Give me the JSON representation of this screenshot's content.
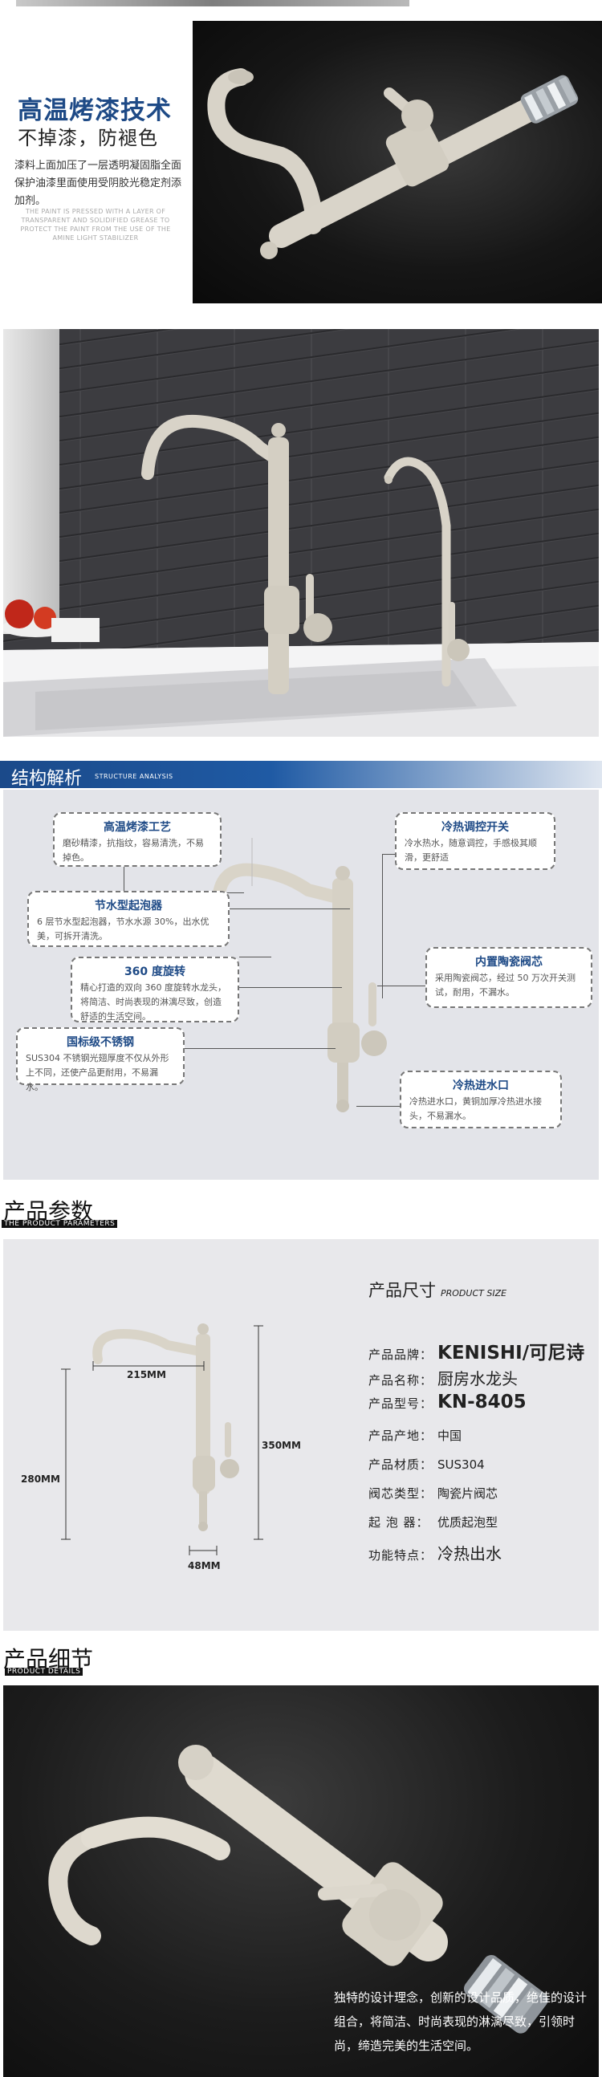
{
  "section1": {
    "title": "高温烤漆技术",
    "subtitle": "不掉漆，防褪色",
    "body": "漆料上面加压了一层透明凝固脂全面保护油漆里面使用受阴胶光稳定剂添加剂。",
    "english": "THE PAINT IS PRESSED WITH A LAYER OF TRANSPARENT AND SOLIDIFIED GREASE TO PROTECT THE PAINT FROM THE USE OF THE AMINE LIGHT STABILIZER"
  },
  "section3": {
    "heading_cn": "结构解析",
    "heading_en": "STRUCTURE ANALYSIS",
    "callouts": [
      {
        "title": "高温烤漆工艺",
        "body": "磨砂精漆，抗指纹，容易清洗，不易掉色。"
      },
      {
        "title": "节水型起泡器",
        "body": "6 层节水型起泡器，节水水源 30%，出水优美，可拆开清洗。"
      },
      {
        "title": "360 度旋转",
        "body": "精心打造的双向 360 度旋转水龙头，将简洁、时尚表现的淋漓尽致，创造舒适的生活空间。"
      },
      {
        "title": "国标级不锈钢",
        "body": "SUS304 不锈钢光翅厚度不仅从外形上不同，还使产品更耐用，不易漏水。"
      },
      {
        "title": "冷热调控开关",
        "body": "冷水热水，随意调控，手感极其顺滑，更舒适"
      },
      {
        "title": "内置陶瓷阀芯",
        "body": "采用陶瓷阀芯，经过 50 万次开关测试，耐用，不漏水。"
      },
      {
        "title": "冷热进水口",
        "body": "冷热进水口，黄铜加厚冷热进水接头，不易漏水。"
      }
    ]
  },
  "section4": {
    "heading_cn": "产品参数",
    "heading_en": "THE PRODUCT PARAMETERS",
    "size_title": "产品尺寸",
    "size_title_en": "PRODUCT SIZE",
    "dims": {
      "reach": "215MM",
      "total_height": "350MM",
      "spout_height": "280MM",
      "base": "48MM"
    },
    "specs": [
      {
        "label": "产品品牌：",
        "value": "KENISHI/可尼诗",
        "style": "big"
      },
      {
        "label": "产品名称：",
        "value": "厨房水龙头",
        "style": "med"
      },
      {
        "label": "产品型号：",
        "value": "KN-8405",
        "style": "big"
      },
      {
        "label": "产品产地：",
        "value": "中国",
        "style": ""
      },
      {
        "label": "产品材质：",
        "value": "SUS304",
        "style": ""
      },
      {
        "label": "阀芯类型：",
        "value": "陶瓷片阀芯",
        "style": ""
      },
      {
        "label": "起 泡 器：",
        "value": "优质起泡型",
        "style": ""
      },
      {
        "label": "功能特点：",
        "value": "冷热出水",
        "style": "med"
      }
    ]
  },
  "section5": {
    "heading_cn": "产品细节",
    "heading_en": "PRODUCT DETAILS",
    "caption": "独特的设计理念，创新的设计品质，绝佳的设计组合，将简洁、时尚表现的淋漓尽致，引领时尚，缔造完美的生活空间。"
  }
}
